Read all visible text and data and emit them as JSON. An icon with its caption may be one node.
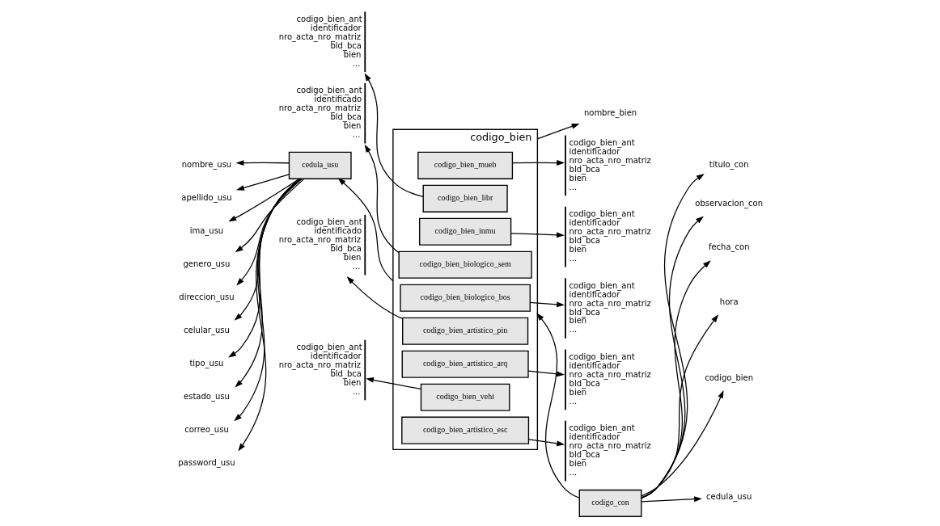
{
  "diagram": {
    "nodes": [
      {
        "text": [
          "codigo_bien"
        ]
      },
      {
        "text": [
          "codigo_bien_mueb"
        ],
        "in": 0
      },
      {
        "text": [
          "codigo_bien_libr"
        ],
        "in": 0
      },
      {
        "text": [
          "codigo_bien_inmu"
        ],
        "in": 0
      },
      {
        "text": [
          "codigo_bien_biologico_sem"
        ],
        "in": 0
      },
      {
        "text": [
          "codigo_bien_biologico_bos"
        ],
        "in": 0
      },
      {
        "text": [
          "codigo_bien_artistico_pin"
        ],
        "in": 0
      },
      {
        "text": [
          "codigo_bien_artistico_arq"
        ],
        "in": 0
      },
      {
        "text": [
          "codigo_bien_vehi"
        ],
        "in": 0
      },
      {
        "text": [
          "codigo_bien_artistico_esc"
        ],
        "in": 0
      },
      {
        "text": [
          "nombre_bien"
        ]
      },
      {
        "text": [
          "codigo_bien_ant",
          "identificador",
          "nro_acta_nro_matriz",
          "bld_bca",
          "bien",
          "..."
        ]
      },
      {
        "text": [
          "codigo_bien_ant",
          "identificador",
          "nro_acta_nro_matriz",
          "bld_bca",
          "bien",
          "..."
        ]
      },
      {
        "text": [
          "codigo_bien_ant",
          "identificador",
          "nro_acta_nro_matriz",
          "bld_bca",
          "bien",
          "..."
        ]
      },
      {
        "text": [
          "codigo_bien_ant",
          "identificado",
          "nro_acta_nro_matriz",
          "bld_bca",
          "bien",
          "..."
        ]
      },
      {
        "text": [
          "codigo_bien_ant",
          "identificador",
          "nro_acta_nro_matriz",
          "bld_bca",
          "bien",
          "..."
        ]
      },
      {
        "text": [
          "codigo_bien_ant",
          "identificado",
          "nro_acta_nro_matriz",
          "bld_bca",
          "bien",
          "..."
        ]
      },
      {
        "text": [
          "codigo_bien_ant",
          "identificador",
          "nro_acta_nro_matriz",
          "bld_bca",
          "bien",
          "..."
        ]
      },
      {
        "text": [
          "codigo_bien_ant",
          "identificador",
          "nro_acta_nro_matriz",
          "bld_bca",
          "bien",
          "..."
        ]
      },
      {
        "text": [
          "codigo_bien_ant",
          "identificador",
          "nro_acta_nro_matriz",
          "bld_bca",
          "bien",
          "..."
        ]
      },
      {
        "text": [
          "cedula_usu"
        ]
      },
      {
        "text": [
          "nombre_usu"
        ]
      },
      {
        "text": [
          "apellido_usu"
        ]
      },
      {
        "text": [
          "ima_usu"
        ]
      },
      {
        "text": [
          "genero_usu"
        ]
      },
      {
        "text": [
          "direccion_usu"
        ]
      },
      {
        "text": [
          "celular_usu"
        ]
      },
      {
        "text": [
          "tipo_usu"
        ]
      },
      {
        "text": [
          "estado_usu"
        ]
      },
      {
        "text": [
          "correo_usu"
        ]
      },
      {
        "text": [
          "password_usu"
        ]
      },
      {
        "text": [
          "codigo_con"
        ]
      },
      {
        "text": [
          "titulo_con"
        ]
      },
      {
        "text": [
          "observacion_con"
        ]
      },
      {
        "text": [
          "fecha_con"
        ]
      },
      {
        "text": [
          "hora"
        ]
      },
      {
        "text": [
          "codigo_bien"
        ]
      },
      {
        "text": [
          "cedula_usu"
        ]
      }
    ],
    "edges": [
      {
        "from": 0,
        "to": 10,
        "arrow": "to"
      },
      {
        "from": 1,
        "to": 11,
        "arrow": "to"
      },
      {
        "from": 2,
        "to": 12,
        "arrow": "to"
      },
      {
        "from": 3,
        "to": 13,
        "arrow": "to"
      },
      {
        "from": 4,
        "to": 14,
        "arrow": "to"
      },
      {
        "from": 5,
        "to": 15,
        "arrow": "to"
      },
      {
        "from": 6,
        "to": 16,
        "arrow": "to"
      },
      {
        "from": 7,
        "to": 17,
        "arrow": "to"
      },
      {
        "from": 8,
        "to": 18,
        "arrow": "to"
      },
      {
        "from": 9,
        "to": 19,
        "arrow": "to"
      },
      {
        "from": 0,
        "to": 20,
        "arrow": "to"
      },
      {
        "from": 20,
        "to": 21,
        "arrow": "to"
      },
      {
        "from": 20,
        "to": 22,
        "arrow": "to"
      },
      {
        "from": 20,
        "to": 23,
        "arrow": "to"
      },
      {
        "from": 20,
        "to": 24,
        "arrow": "to"
      },
      {
        "from": 20,
        "to": 25,
        "arrow": "to"
      },
      {
        "from": 20,
        "to": 26,
        "arrow": "to"
      },
      {
        "from": 20,
        "to": 27,
        "arrow": "to"
      },
      {
        "from": 20,
        "to": 28,
        "arrow": "to"
      },
      {
        "from": 20,
        "to": 29,
        "arrow": "to"
      },
      {
        "from": 20,
        "to": 30,
        "arrow": "to"
      },
      {
        "from": 31,
        "to": 0,
        "arrow": "to"
      },
      {
        "from": 31,
        "to": 32,
        "arrow": "to"
      },
      {
        "from": 31,
        "to": 33,
        "arrow": "to"
      },
      {
        "from": 31,
        "to": 34,
        "arrow": "to"
      },
      {
        "from": 31,
        "to": 35,
        "arrow": "to"
      },
      {
        "from": 31,
        "to": 36,
        "arrow": "to"
      },
      {
        "from": 31,
        "to": 37,
        "arrow": "to"
      }
    ]
  }
}
